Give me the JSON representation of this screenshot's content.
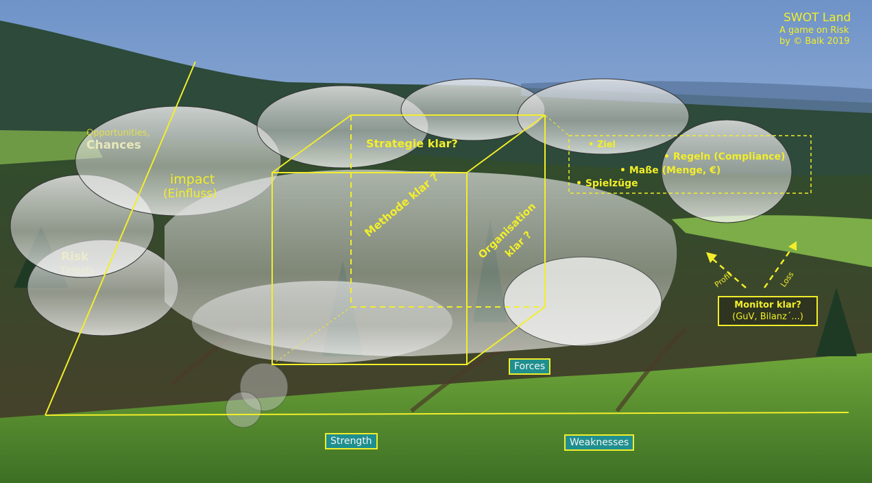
{
  "header": {
    "title": "SWOT Land",
    "subtitle": "A game on Risk",
    "credit": "by © Balk 2019"
  },
  "left_cloud": {
    "opportunities": "Opportunities,",
    "chances": "Chances",
    "impact": "impact",
    "einfluss": "(Einfluss)",
    "risk": "Risk",
    "threats": "Threats"
  },
  "cube": {
    "top": "Strategie klar?",
    "front": "Methode  klar ?",
    "side_line1": "Organisation",
    "side_line2": "klar ?"
  },
  "list": {
    "items": [
      "Ziel",
      "Regeln (Compliance)",
      "Maße (Menge, €)",
      "Spielzüge"
    ]
  },
  "monitor": {
    "title": "Monitor klar?",
    "detail": "(GuV, Bilanz´...)"
  },
  "arrows": {
    "profit": "Profit",
    "loss": "Loss"
  },
  "tags": {
    "forces": "Forces",
    "strength": "Strength",
    "weaknesses": "Weaknesses"
  },
  "colors": {
    "accent": "#f2ee2a",
    "tag_bg": "#1f8f8f"
  }
}
